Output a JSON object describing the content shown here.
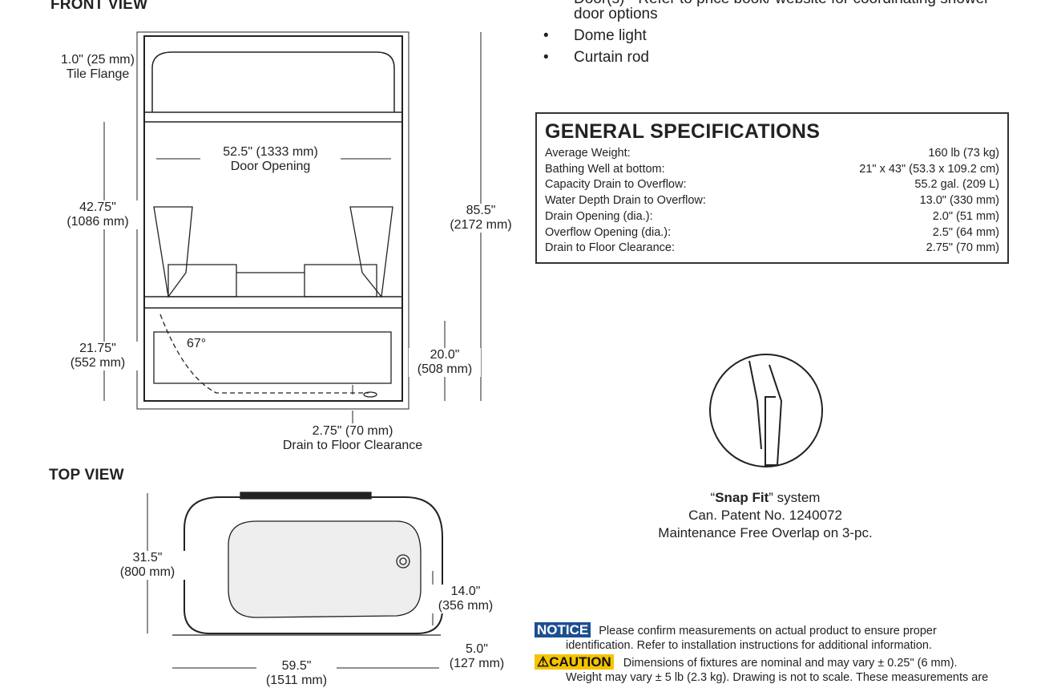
{
  "front_view": {
    "heading": "FRONT VIEW",
    "tile_flange": [
      "1.0\" (25 mm)",
      "Tile Flange"
    ],
    "door_opening": [
      "52.5\" (1333 mm)",
      "Door Opening"
    ],
    "height_upper": [
      "42.75\"",
      "(1086 mm)"
    ],
    "height_total": [
      "85.5\"",
      "(2172 mm)"
    ],
    "height_lower": [
      "21.75\"",
      "(552 mm)"
    ],
    "angle": "67°",
    "apron_height": [
      "20.0\"",
      "(508 mm)"
    ],
    "drain_clearance": [
      "2.75\" (70 mm)",
      "Drain to Floor Clearance"
    ]
  },
  "top_view": {
    "heading": "TOP VIEW",
    "depth": [
      "31.5\"",
      "(800 mm)"
    ],
    "drain_offset": [
      "14.0\"",
      "(356 mm)"
    ],
    "bottom_offset": [
      "5.0\"",
      "(127 mm)"
    ],
    "width": [
      "59.5\"",
      "(1511 mm)"
    ]
  },
  "features": [
    "Door(s) - Refer to price book/ website for coordinating shower",
    "door options",
    "Dome light",
    "Curtain rod"
  ],
  "specs": {
    "title": "GENERAL SPECIFICATIONS",
    "rows": [
      {
        "label": "Average Weight:",
        "value": "160 lb (73 kg)"
      },
      {
        "label": "Bathing Well at bottom:",
        "value": "21\" x 43\" (53.3 x 109.2 cm)"
      },
      {
        "label": "Capacity Drain to Overflow:",
        "value": "55.2 gal. (209 L)"
      },
      {
        "label": "Water Depth Drain to Overflow:",
        "value": "13.0\" (330 mm)"
      },
      {
        "label": "Drain Opening (dia.):",
        "value": "2.0\" (51 mm)"
      },
      {
        "label": "Overflow Opening (dia.):",
        "value": "2.5\" (64 mm)"
      },
      {
        "label": "Drain to Floor Clearance:",
        "value": "2.75\" (70 mm)"
      }
    ]
  },
  "snap_fit": {
    "quote_open": "“",
    "name": "Snap Fit",
    "quote_rest": "” system",
    "patent": "Can. Patent No. 1240072",
    "desc": "Maintenance Free Overlap on 3-pc."
  },
  "notice": {
    "badge": "NOTICE",
    "line1": "Please confirm measurements on actual product to ensure proper",
    "line2": "identification. Refer to installation instructions for additional information."
  },
  "caution": {
    "badge": "CAUTION",
    "icon": "warning-triangle-icon",
    "line1": "Dimensions of fixtures are nominal and may vary ± 0.25\" (6 mm).",
    "line2": "Weight may vary ± 5 lb (2.3 kg). Drawing is not to scale. These measurements are"
  },
  "colors": {
    "notice": "#1d4f91",
    "caution": "#f5c400"
  }
}
